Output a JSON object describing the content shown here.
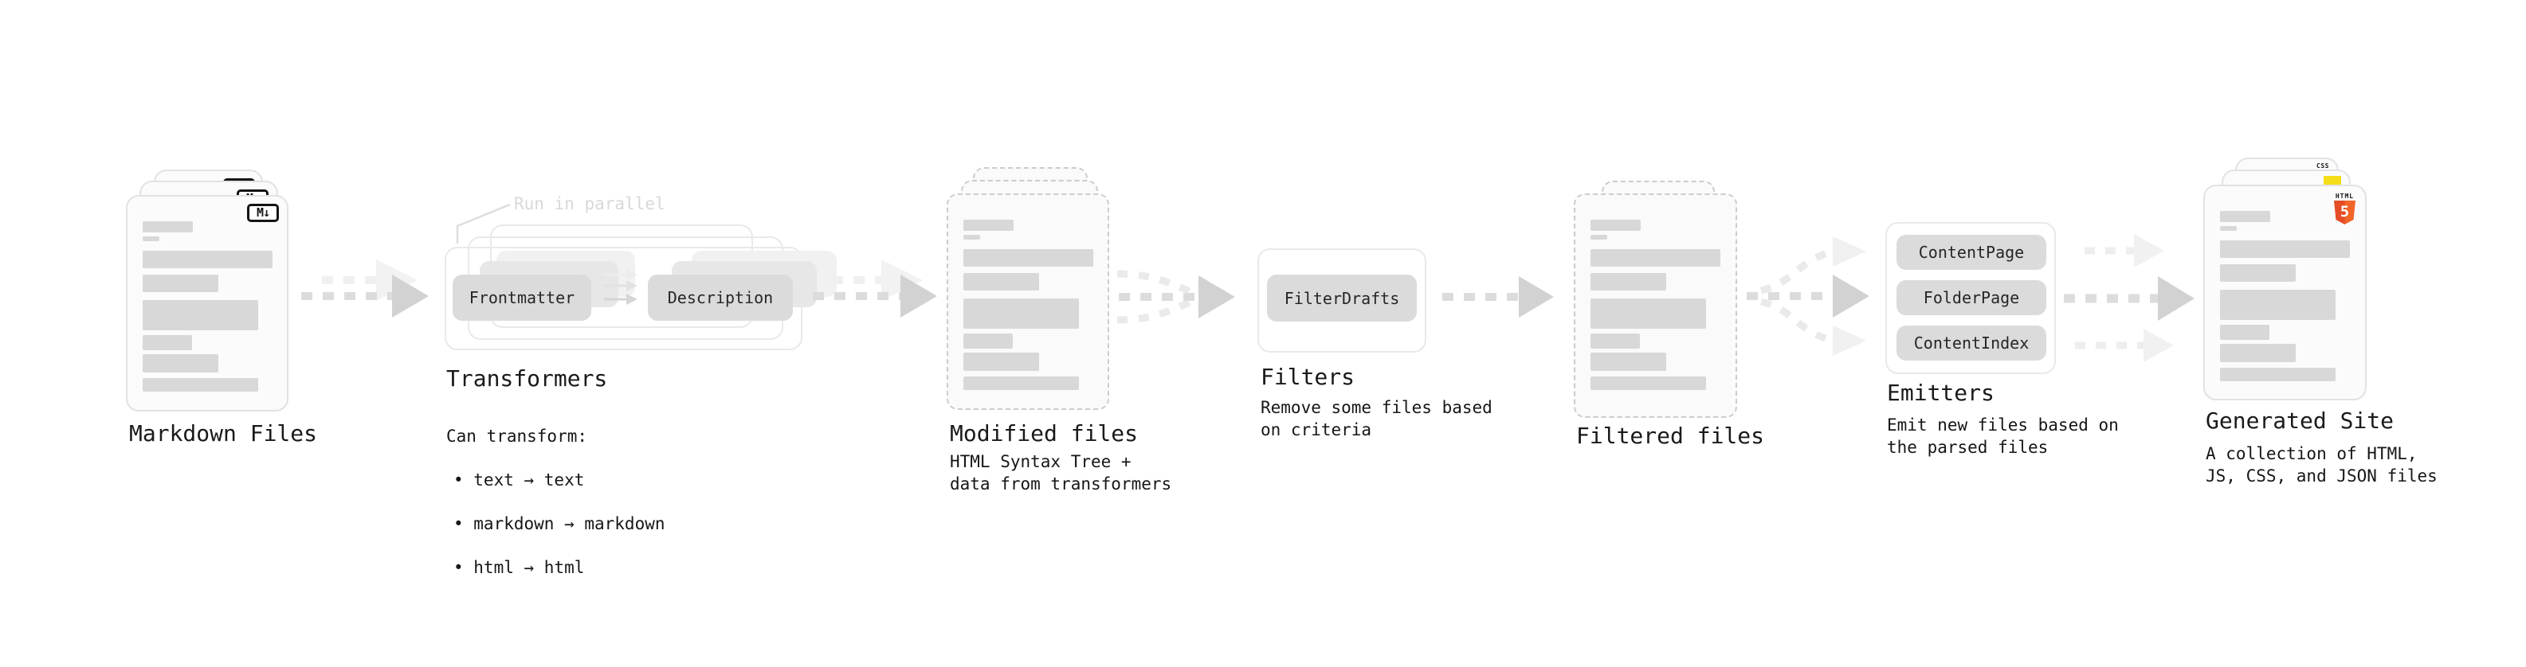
{
  "pipeline": {
    "markdown_files": {
      "label": "Markdown Files",
      "badge_text": "M↓"
    },
    "transformers": {
      "title": "Transformers",
      "parallel_label": "Run in parallel",
      "source_pill": "Frontmatter",
      "target_pill": "Description",
      "description_heading": "Can transform:",
      "bullets": [
        "• text → text",
        "• markdown → markdown",
        "• html → html"
      ]
    },
    "modified_files": {
      "label": "Modified files",
      "description": "HTML Syntax Tree +\ndata from transformers"
    },
    "filters": {
      "title": "Filters",
      "pill": "FilterDrafts",
      "description": "Remove some files based\non criteria"
    },
    "filtered_files": {
      "label": "Filtered files"
    },
    "emitters": {
      "title": "Emitters",
      "pills": [
        "ContentPage",
        "FolderPage",
        "ContentIndex"
      ],
      "description": "Emit new files based on\nthe parsed files"
    },
    "generated_site": {
      "label": "Generated Site",
      "description": "A collection of HTML,\nJS, CSS, and JSON files",
      "badges": {
        "html5_word": "HTML",
        "html5_number": "5",
        "css_word": "CSS"
      }
    }
  },
  "colors": {
    "background": "#ffffff",
    "card_border": "#e2e2e2",
    "dashed_border": "#cccccc",
    "placeholder_bar": "#d8d8d8",
    "pill_fill": "#dbdbdb",
    "arrow_dash": "#dcdcdc",
    "arrow_head": "#d2d2d2",
    "ghost_arrow": "#f0f0f0",
    "muted_label": "#d8d8d8",
    "text": "#1a1a1a",
    "html5_orange": "#e44d26",
    "js_yellow": "#f5de19",
    "css_blue": "#2d53e5",
    "md_black": "#141414"
  }
}
